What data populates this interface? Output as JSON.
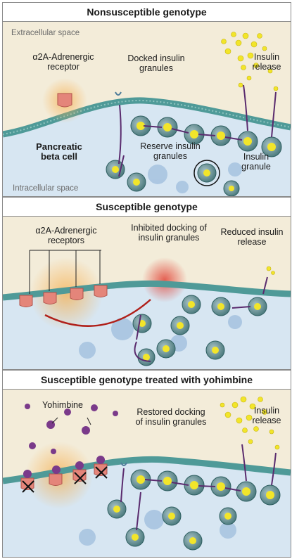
{
  "panels": [
    {
      "title": "Nonsusceptible genotype",
      "labels": {
        "extracellular": "Extracellular space",
        "receptor": "α2A-Adrenergic receptor",
        "docked": "Docked insulin granules",
        "release": "Insulin release",
        "cell": "Pancreatic beta cell",
        "reserve": "Reserve insulin granules",
        "granule": "Insulin granule",
        "intracellular": "Intracellular space"
      }
    },
    {
      "title": "Susceptible genotype",
      "labels": {
        "receptors": "α2A-Adrenergic receptors",
        "inhibited": "Inhibited docking of insulin granules",
        "reduced": "Reduced insulin release"
      }
    },
    {
      "title": "Susceptible genotype treated with yohimbine",
      "labels": {
        "yohimbine": "Yohimbine",
        "restored": "Restored docking of insulin granules",
        "release": "Insulin release"
      }
    }
  ],
  "colors": {
    "extracellular": "#f3ecd9",
    "intracellular": "#d7e6f2",
    "membrane": "#4f9a98",
    "receptor": "#e4857a",
    "granule": "#3f7f7b",
    "insulin": "#f2e52a",
    "yohimbine": "#7a3a8a",
    "arrow": "#5a2b6e"
  }
}
